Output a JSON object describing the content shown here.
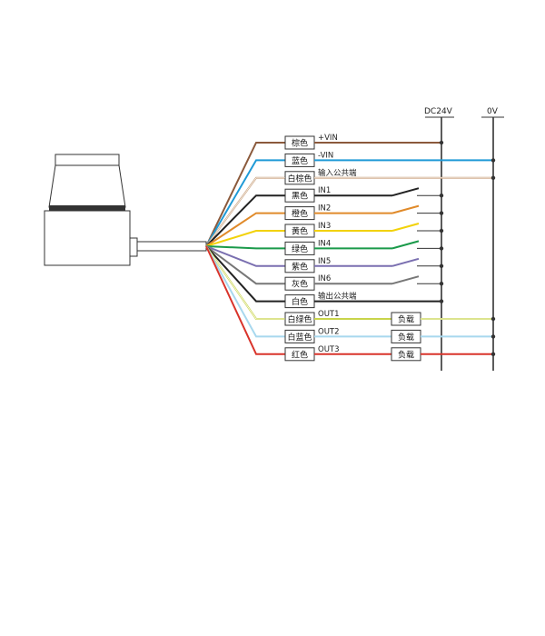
{
  "rails": {
    "dc24v": "DC24V",
    "zero_v": "0V"
  },
  "wires": [
    {
      "id": "brown",
      "color_label": "棕色",
      "signal": "+VIN",
      "stroke": "#8b5a3c",
      "stroke2": null,
      "term": "24v"
    },
    {
      "id": "blue",
      "color_label": "蓝色",
      "signal": "-VIN",
      "stroke": "#1f9ad6",
      "stroke2": null,
      "term": "0v"
    },
    {
      "id": "white-brown",
      "color_label": "白棕色",
      "signal": "输入公共端",
      "stroke": "#c9a27e",
      "stroke2": "#ffffff",
      "term": "0v"
    },
    {
      "id": "black",
      "color_label": "黑色",
      "signal": "IN1",
      "stroke": "#222222",
      "stroke2": null,
      "term": "sw"
    },
    {
      "id": "orange",
      "color_label": "橙色",
      "signal": "IN2",
      "stroke": "#e08a2a",
      "stroke2": null,
      "term": "sw"
    },
    {
      "id": "yellow",
      "color_label": "黄色",
      "signal": "IN3",
      "stroke": "#f2d20a",
      "stroke2": null,
      "term": "sw"
    },
    {
      "id": "green",
      "color_label": "绿色",
      "signal": "IN4",
      "stroke": "#1a9a4a",
      "stroke2": null,
      "term": "sw"
    },
    {
      "id": "purple",
      "color_label": "紫色",
      "signal": "IN5",
      "stroke": "#7a6fb0",
      "stroke2": null,
      "term": "sw"
    },
    {
      "id": "gray",
      "color_label": "灰色",
      "signal": "IN6",
      "stroke": "#777777",
      "stroke2": null,
      "term": "sw"
    },
    {
      "id": "white",
      "color_label": "白色",
      "signal": "输出公共端",
      "stroke": "#222222",
      "stroke2": null,
      "term": "24v"
    },
    {
      "id": "white-green",
      "color_label": "白绿色",
      "signal": "OUT1",
      "stroke": "#c8d44a",
      "stroke2": "#ffffff",
      "term": "load"
    },
    {
      "id": "white-blue",
      "color_label": "白蓝色",
      "signal": "OUT2",
      "stroke": "#a8d8ee",
      "stroke2": null,
      "term": "load"
    },
    {
      "id": "red",
      "color_label": "红色",
      "signal": "OUT3",
      "stroke": "#d9342b",
      "stroke2": null,
      "term": "load"
    }
  ],
  "load_label": "负载"
}
